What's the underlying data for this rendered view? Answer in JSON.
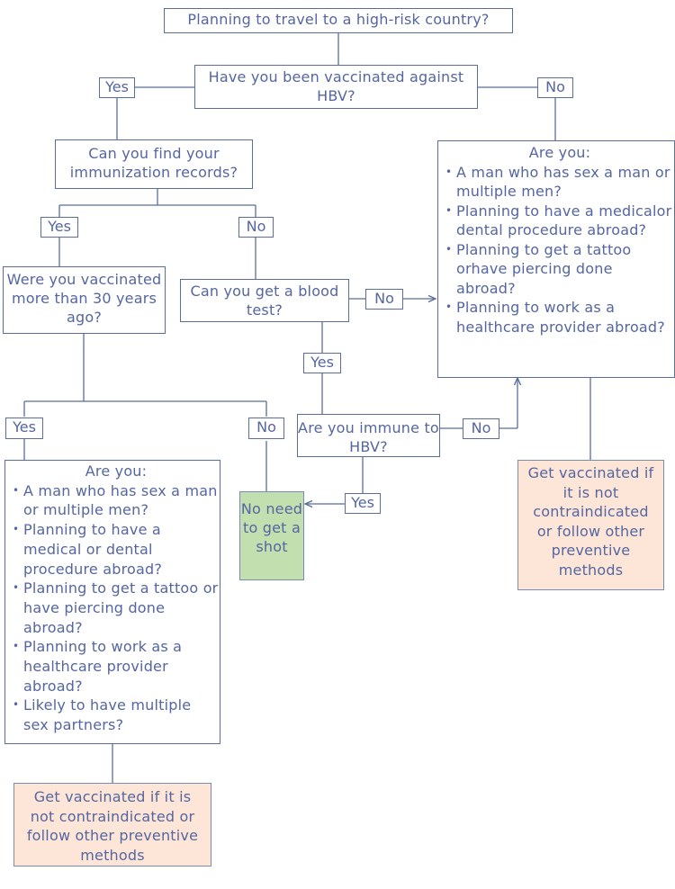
{
  "nodes": {
    "q_travel": "Planning to travel to a high-risk country?",
    "q_vaccinated": "Have you been vaccinated against HBV?",
    "q_records": "Can you find your immunization records?",
    "q_30years": "Were you vaccinated more than 30 years ago?",
    "q_blood_test": "Can you get a blood test?",
    "q_immune": "Are you immune to HBV?",
    "no_shot": "No need to get a shot",
    "outcome_right": "Get vaccinated if it is not contraindicated or follow other preventive methods",
    "outcome_left": "Get vaccinated if it is not contraindicated or follow other preventive methods"
  },
  "risk_right": {
    "heading": "Are you:",
    "items": [
      "A man who has sex a man or multiple men?",
      "Planning to have a medicalor dental procedure abroad?",
      "Planning to get a tattoo orhave piercing done abroad?",
      "Planning to work as a healthcare provider abroad?"
    ]
  },
  "risk_left": {
    "heading": "Are you:",
    "items": [
      "A man who has sex a man or multiple men?",
      "Planning to have a medical or dental procedure abroad?",
      "Planning to get a tattoo or have piercing done abroad?",
      "Planning to work as a healthcare provider abroad?",
      "Likely to have multiple sex partners?"
    ]
  },
  "labels": {
    "yes": "Yes",
    "no": "No"
  },
  "colors": {
    "line": "#5a6e98",
    "text": "#5566a0",
    "outcome_fill": "#fde6d8",
    "no_shot_fill": "#c2dfb0"
  }
}
